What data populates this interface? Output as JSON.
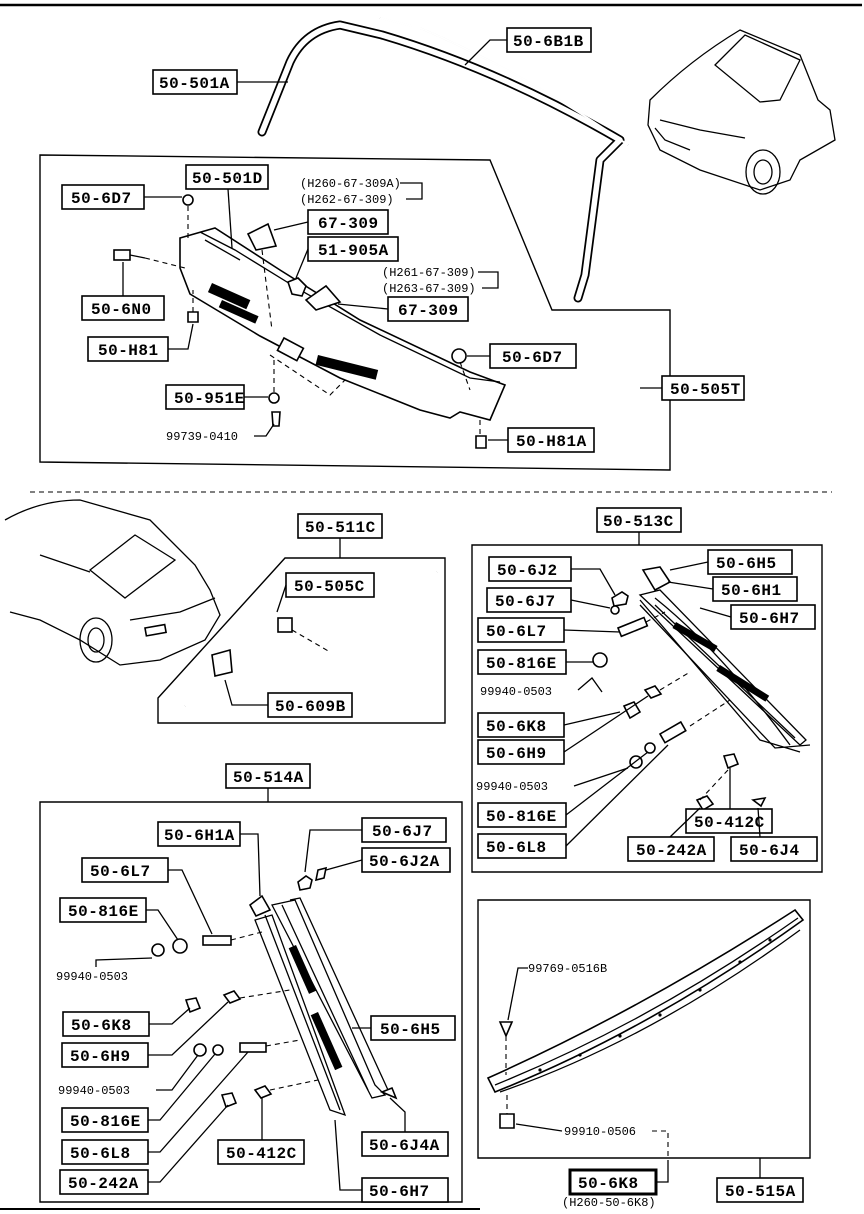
{
  "labels": {
    "p50_6B1B": "50-6B1B",
    "p50_501A": "50-501A",
    "p50_501D": "50-501D",
    "p50_6D7_a": "50-6D7",
    "alt_309A_a": "(H260-67-309A)",
    "alt_309A_b": "(H262-67-309)",
    "p67_309_a": "67-309",
    "p51_905A": "51-905A",
    "alt_309B_a": "(H261-67-309)",
    "alt_309B_b": "(H263-67-309)",
    "p67_309_b": "67-309",
    "p50_6N0": "50-6N0",
    "p50_H81": "50-H81",
    "p50_6D7_b": "50-6D7",
    "p50_505T": "50-505T",
    "p50_951E": "50-951E",
    "n99739_0410": "99739-0410",
    "p50_H81A": "50-H81A",
    "p50_511C": "50-511C",
    "p50_505C": "50-505C",
    "p50_609B": "50-609B",
    "p50_513C": "50-513C",
    "r_6J2": "50-6J2",
    "r_6H5": "50-6H5",
    "r_6J7": "50-6J7",
    "r_6H1": "50-6H1",
    "r_6L7": "50-6L7",
    "r_6H7": "50-6H7",
    "r_816E_a": "50-816E",
    "r_99940_a": "99940-0503",
    "r_6K8": "50-6K8",
    "r_6H9": "50-6H9",
    "r_99940_b": "99940-0503",
    "r_816E_b": "50-816E",
    "r_412C": "50-412C",
    "r_6L8": "50-6L8",
    "r_242A": "50-242A",
    "r_6J4": "50-6J4",
    "p50_514A": "50-514A",
    "l_6H1A": "50-6H1A",
    "l_6J7": "50-6J7",
    "l_6L7": "50-6L7",
    "l_6J2A": "50-6J2A",
    "l_816E_a": "50-816E",
    "l_99940_a": "99940-0503",
    "l_6K8": "50-6K8",
    "l_6H5": "50-6H5",
    "l_6H9": "50-6H9",
    "l_99940_b": "99940-0503",
    "l_816E_b": "50-816E",
    "l_6L8": "50-6L8",
    "l_412C": "50-412C",
    "l_6J4A": "50-6J4A",
    "l_242A": "50-242A",
    "l_6H7": "50-6H7",
    "b_99769": "99769-0516B",
    "b_99910": "99910-0506",
    "b_6K8": "50-6K8",
    "b_alt_6K8": "(H260-50-6K8)",
    "b_515A": "50-515A"
  }
}
